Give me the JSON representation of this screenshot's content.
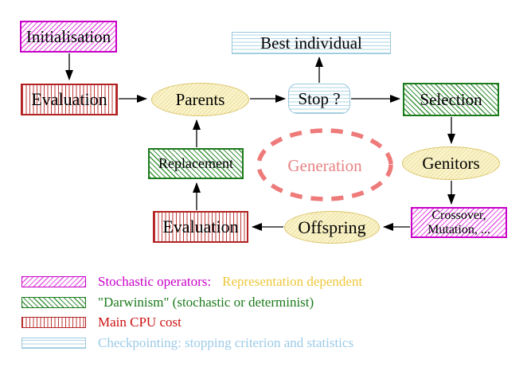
{
  "nodes": {
    "initialisation": {
      "label": "Initialisation"
    },
    "evaluation_top": {
      "label": "Evaluation"
    },
    "parents": {
      "label": "Parents"
    },
    "best_individual": {
      "label": "Best individual"
    },
    "stop": {
      "label": "Stop ?"
    },
    "selection": {
      "label": "Selection"
    },
    "replacement": {
      "label": "Replacement"
    },
    "generation": {
      "label": "Generation"
    },
    "genitors": {
      "label": "Genitors"
    },
    "evaluation_bottom": {
      "label": "Evaluation"
    },
    "offspring": {
      "label": "Offspring"
    },
    "crossover_mutation": {
      "line1": "Crossover,",
      "line2": "Mutation, ..."
    }
  },
  "legend": {
    "items": [
      {
        "swatch": "magenta-hatch",
        "label": "Stochastic operators:",
        "label2": "Representation dependent"
      },
      {
        "swatch": "green-hatch",
        "label": "\"Darwinism\" (stochastic or determinist)",
        "label2": ""
      },
      {
        "swatch": "red-stripes",
        "label": "Main CPU cost",
        "label2": ""
      },
      {
        "swatch": "cyan-stripes",
        "label": "Checkpointing: stopping criterion and statistics",
        "label2": ""
      }
    ]
  },
  "colors": {
    "magenta": "#c800c8",
    "green": "#1b7a1b",
    "red": "#b22222",
    "cyan": "#9cc8dc",
    "yellow_border": "#dcc66e",
    "gold_text": "#edc73a",
    "salmon": "#ee7a7a",
    "arrow_black": "#000000",
    "background": "#ffffff"
  }
}
